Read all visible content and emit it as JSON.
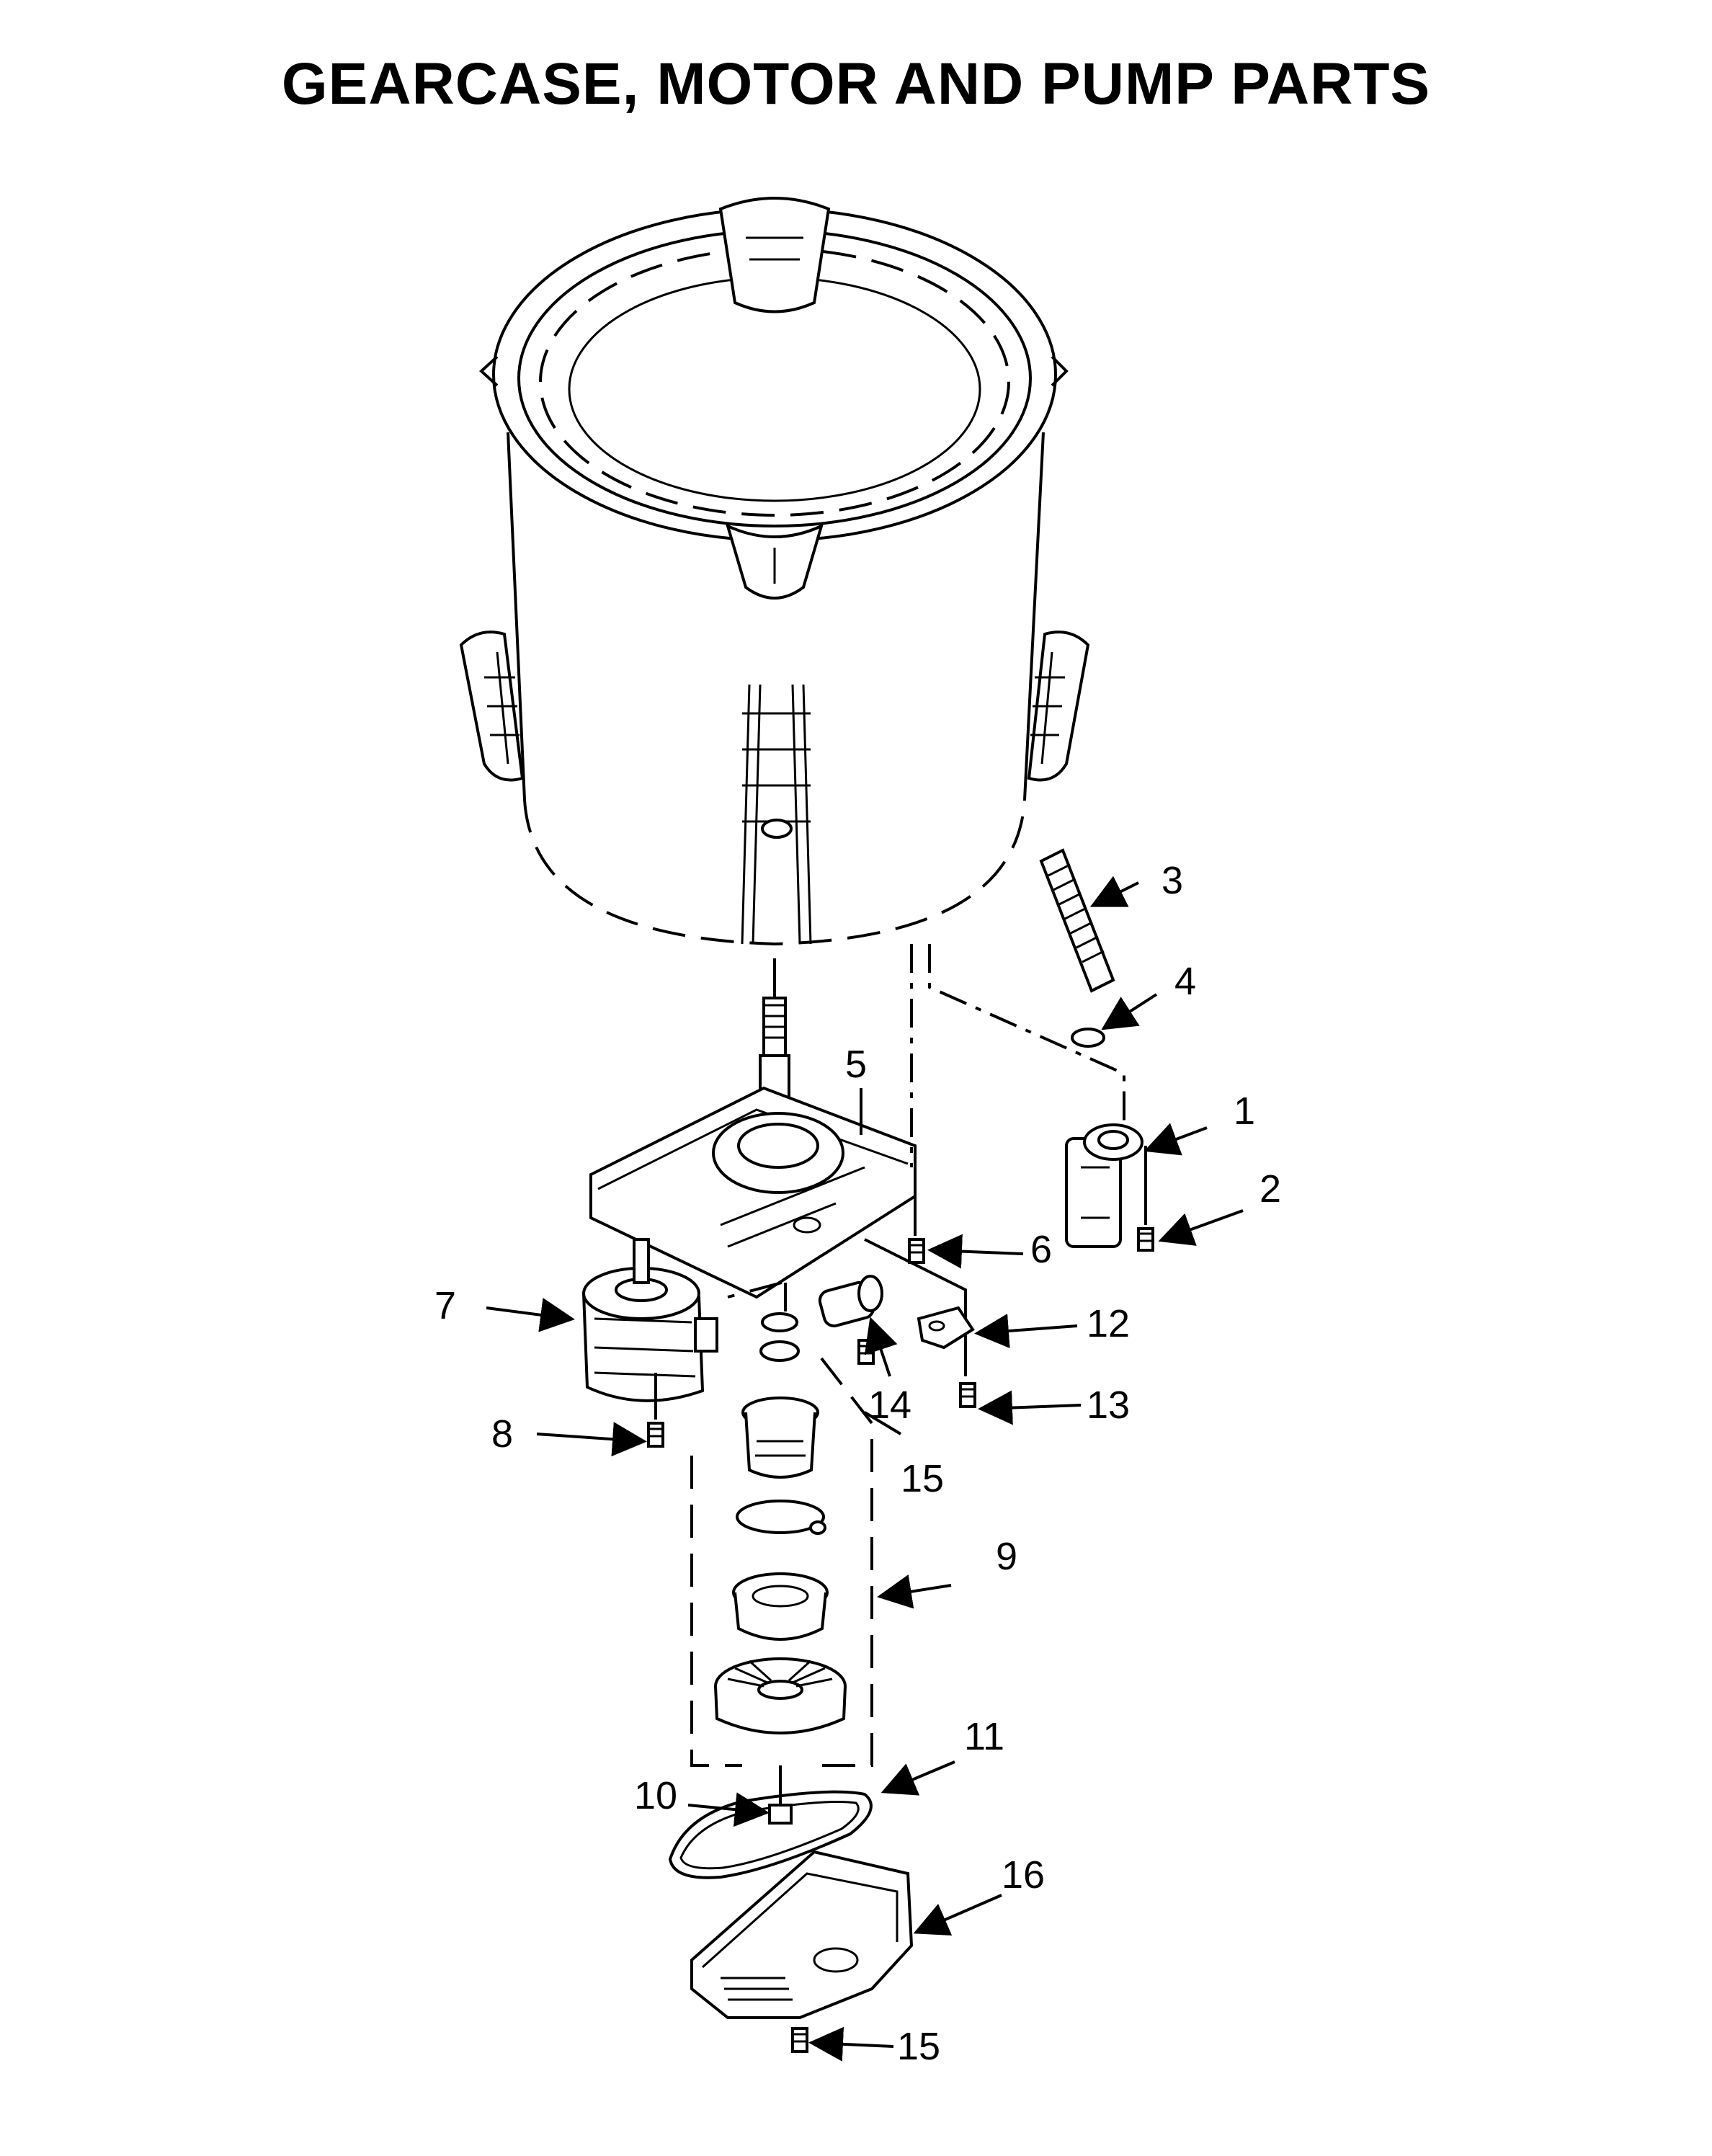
{
  "title": "GEARCASE, MOTOR AND PUMP PARTS",
  "callouts": [
    {
      "id": "c1",
      "label": "1"
    },
    {
      "id": "c2",
      "label": "2"
    },
    {
      "id": "c3",
      "label": "3"
    },
    {
      "id": "c4",
      "label": "4"
    },
    {
      "id": "c5",
      "label": "5"
    },
    {
      "id": "c6",
      "label": "6"
    },
    {
      "id": "c7",
      "label": "7"
    },
    {
      "id": "c8",
      "label": "8"
    },
    {
      "id": "c9",
      "label": "9"
    },
    {
      "id": "c10",
      "label": "10"
    },
    {
      "id": "c11",
      "label": "11"
    },
    {
      "id": "c12",
      "label": "12"
    },
    {
      "id": "c13",
      "label": "13"
    },
    {
      "id": "c14",
      "label": "14"
    },
    {
      "id": "c15a",
      "label": "15"
    },
    {
      "id": "c15b",
      "label": "15"
    },
    {
      "id": "c16",
      "label": "16"
    }
  ]
}
